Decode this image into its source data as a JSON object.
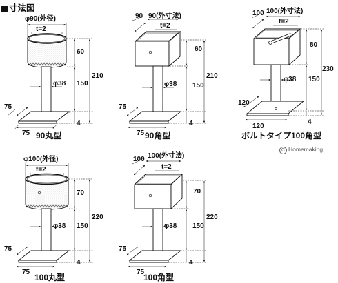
{
  "header": "寸法図",
  "credit": "Homemaking",
  "credit_symbol": "C",
  "models": [
    {
      "caption": "90丸型",
      "top_label": "φ90(外径)",
      "thickness_label": "t=2",
      "pipe_label": "φ38",
      "dims": {
        "cup": "60",
        "pipe": "150",
        "total": "210",
        "plate": "4",
        "depth": "75",
        "width": "75"
      }
    },
    {
      "caption": "90角型",
      "top_label": "90(外寸法)",
      "width_label": "90",
      "thickness_label": "t=2",
      "pipe_label": "φ38",
      "dims": {
        "cup": "60",
        "pipe": "150",
        "total": "210",
        "plate": "4",
        "depth": "75",
        "width": "75"
      }
    },
    {
      "caption": "ボルトタイプ100角型",
      "top_label": "100(外寸法)",
      "width_label": "100",
      "thickness_label": "t=2",
      "pipe_label": "φ38",
      "dims": {
        "cup": "80",
        "pipe": "150",
        "total": "230",
        "plate": "4",
        "depth": "120",
        "width": "120"
      }
    },
    {
      "caption": "100丸型",
      "top_label": "φ100(外径)",
      "thickness_label": "t=2",
      "pipe_label": "φ38",
      "dims": {
        "cup": "70",
        "pipe": "150",
        "total": "220",
        "plate": "4",
        "depth": "75",
        "width": "75"
      }
    },
    {
      "caption": "100角型",
      "top_label": "100(外寸法)",
      "width_label": "100",
      "thickness_label": "t=2",
      "pipe_label": "φ38",
      "dims": {
        "cup": "70",
        "pipe": "150",
        "total": "220",
        "plate": "4",
        "depth": "75",
        "width": "75"
      }
    }
  ]
}
